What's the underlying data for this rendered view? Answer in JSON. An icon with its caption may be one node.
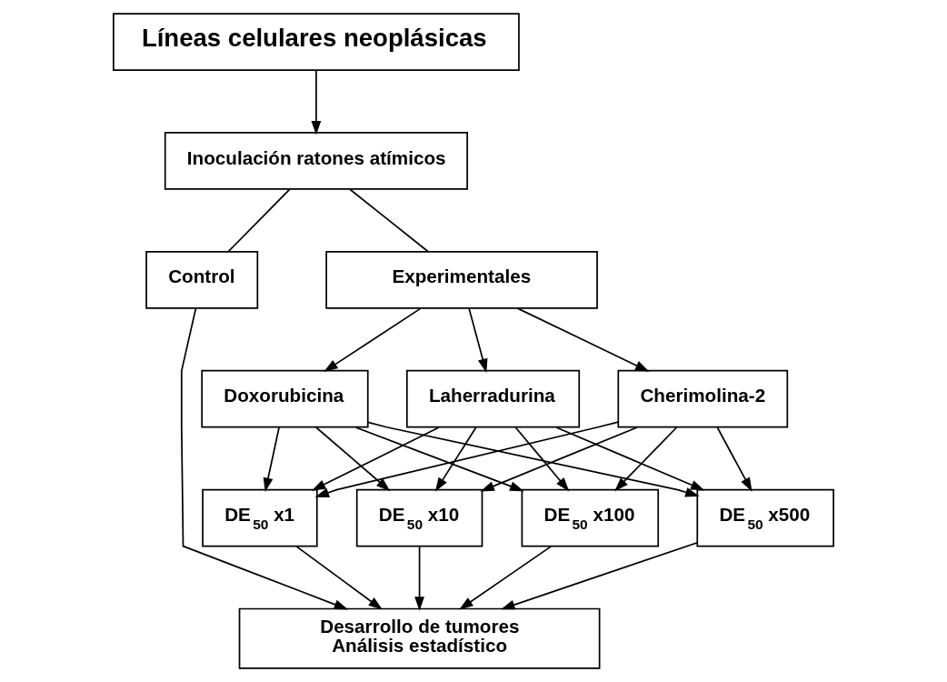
{
  "diagram": {
    "nodes": [
      {
        "text": [
          "Líneas celulares neoplásicas"
        ]
      },
      {
        "text": [
          "Inoculación ratones atímicos"
        ]
      },
      {
        "text": [
          "Experimentales"
        ]
      },
      {
        "text": [
          "Control"
        ]
      },
      {
        "text": [
          "Doxorubicina"
        ]
      },
      {
        "text": [
          "Laherradurina"
        ]
      },
      {
        "text": [
          "Cherimolina-2"
        ]
      },
      {
        "text": [
          "DE$_{50}$ x1"
        ]
      },
      {
        "text": [
          "DE$_{50}$ x10"
        ]
      },
      {
        "text": [
          "DE$_{50}$ x100"
        ]
      },
      {
        "text": [
          "DE$_{50}$ x500"
        ]
      },
      {
        "text": [
          "Desarrollo de tumores",
          "Análisis estadístico"
        ]
      }
    ],
    "edges": [
      {
        "from": 0,
        "to": 1,
        "arrow": "to"
      },
      {
        "from": 1,
        "to": 3,
        "arrow": "none"
      },
      {
        "from": 1,
        "to": 2,
        "arrow": "none"
      },
      {
        "from": 2,
        "to": 4,
        "arrow": "to"
      },
      {
        "from": 2,
        "to": 5,
        "arrow": "to"
      },
      {
        "from": 2,
        "to": 6,
        "arrow": "to"
      },
      {
        "from": 4,
        "to": 7,
        "arrow": "to"
      },
      {
        "from": 4,
        "to": 8,
        "arrow": "to"
      },
      {
        "from": 4,
        "to": 9,
        "arrow": "to"
      },
      {
        "from": 4,
        "to": 10,
        "arrow": "to"
      },
      {
        "from": 5,
        "to": 7,
        "arrow": "to"
      },
      {
        "from": 5,
        "to": 8,
        "arrow": "to"
      },
      {
        "from": 5,
        "to": 9,
        "arrow": "to"
      },
      {
        "from": 5,
        "to": 10,
        "arrow": "to"
      },
      {
        "from": 6,
        "to": 7,
        "arrow": "to"
      },
      {
        "from": 6,
        "to": 8,
        "arrow": "to"
      },
      {
        "from": 6,
        "to": 9,
        "arrow": "to"
      },
      {
        "from": 6,
        "to": 10,
        "arrow": "to"
      },
      {
        "from": 7,
        "to": 11,
        "arrow": "to"
      },
      {
        "from": 8,
        "to": 11,
        "arrow": "to"
      },
      {
        "from": 9,
        "to": 11,
        "arrow": "to"
      },
      {
        "from": 10,
        "to": 11,
        "arrow": "to"
      },
      {
        "from": 3,
        "to": 11,
        "arrow": "to"
      }
    ]
  }
}
